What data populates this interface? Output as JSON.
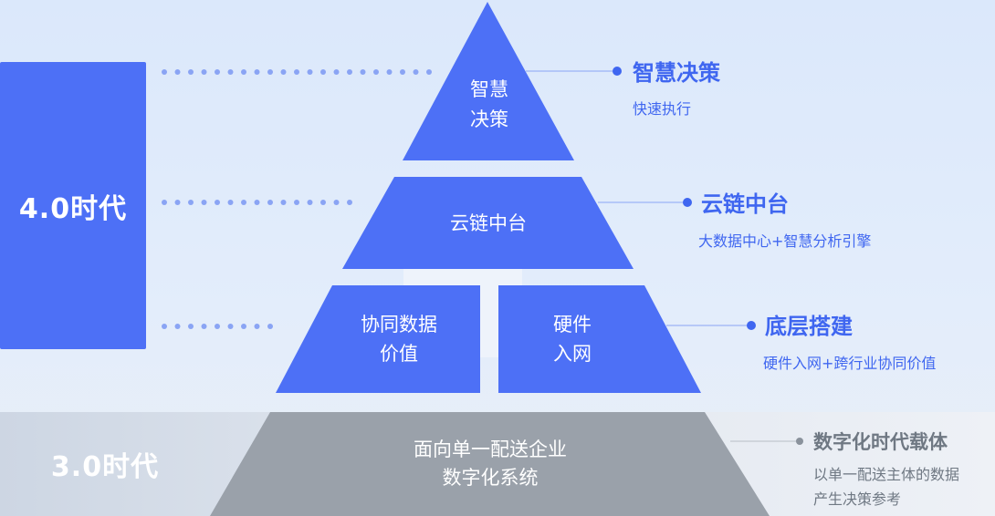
{
  "eras": {
    "era_40": "4.0时代",
    "era_30": "3.0时代"
  },
  "tiers": {
    "top": [
      "智慧",
      "决策"
    ],
    "middle": [
      "云链中台"
    ],
    "bottom_left": [
      "协同数据",
      "价值"
    ],
    "bottom_right": [
      "硬件",
      "入网"
    ],
    "base": [
      "面向单一配送企业",
      "数字化系统"
    ]
  },
  "labels": {
    "decision": {
      "title": "智慧决策",
      "subtitle": "快速执行"
    },
    "platform": {
      "title": "云链中台",
      "subtitle": "大数据中心+智慧分析引擎"
    },
    "foundation": {
      "title": "底层搭建",
      "subtitle": "硬件入网+跨行业协同价值"
    },
    "carrier": {
      "title": "数字化时代载体",
      "subtitle_lines": [
        "以单一配送主体的数据",
        "产生决策参考"
      ]
    }
  },
  "colors": {
    "accent_blue": "#4d70f6",
    "dot_blue": "#8aa4f4",
    "gray_base": "#9aa1aa",
    "label_blue": "#3f66f0",
    "label_gray": "#6f7883"
  }
}
